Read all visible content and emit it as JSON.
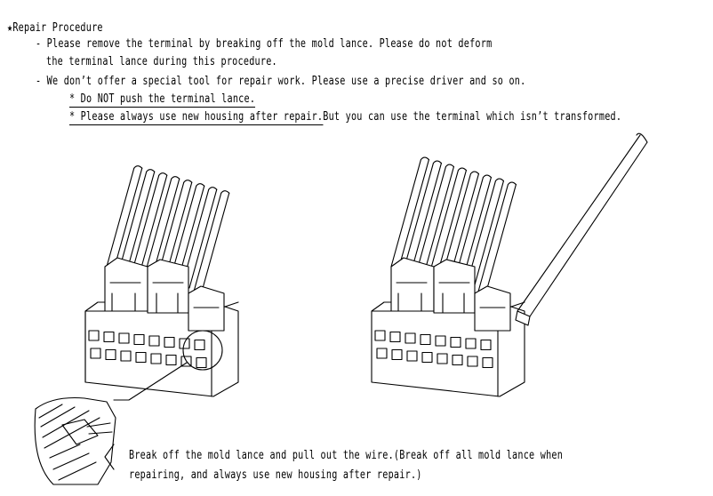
{
  "procedure": {
    "title": "★Repair Procedure",
    "bullet1_line1": "- Please remove the terminal by breaking off the mold lance. Please do not deform",
    "bullet1_line2": "the terminal lance during this procedure.",
    "bullet2": "- We don’t offer a special tool for repair work. Please use a precise driver and so on.",
    "sub1": "* Do NOT push the terminal lance.",
    "sub2_underlined": "* Please always use new housing after repair.",
    "sub2_rest": "But you can use the terminal which isn’t transformed."
  },
  "caption": {
    "line1": "Break off the mold lance and pull out the wire.(Break off all mold lance when",
    "line2": "repairing, and always use new housing after repair.)"
  }
}
